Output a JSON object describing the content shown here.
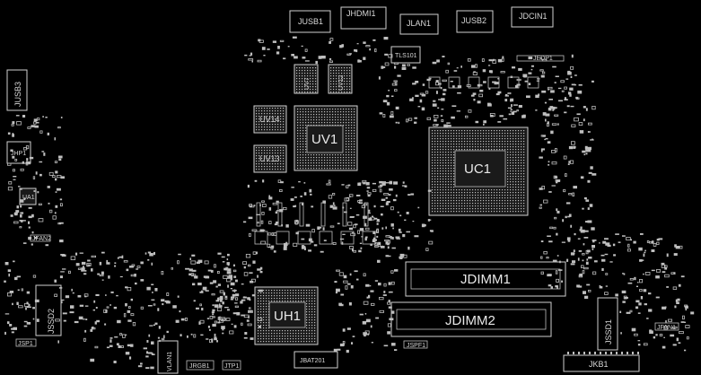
{
  "board": {
    "background": "#000000",
    "stroke_color": "#d0d0d0",
    "labels": {
      "jusb1": "JUSB1",
      "jhdmi1": "JHDMI1",
      "jlan1": "JLAN1",
      "jusb2": "JUSB2",
      "jdcin1": "JDCIN1",
      "jedp1": "JEDP1",
      "tls101": "TLS101",
      "jusb3": "JUSB3",
      "jhp1": "JHP1",
      "ua1": "UA1",
      "uv7": "UV7",
      "uv12": "UV12",
      "uv14": "UV14",
      "uv13": "UV13",
      "uv1": "UV1",
      "uc1": "UC1",
      "jfan2": "JFAN2",
      "jdimm1": "JDIMM1",
      "jdimm2": "JDIMM2",
      "jssd2": "JSSD2",
      "jssd1": "JSSD1",
      "uh1": "UH1",
      "jbat201": "JBAT201",
      "jkb1": "JKB1",
      "vlan1": "VLAN1",
      "jrgb1": "JRGB1",
      "jspf1": "JSPF1",
      "jfan1": "JFAN1",
      "jtp1": "JTP1",
      "jsp1": "JSP1"
    }
  }
}
